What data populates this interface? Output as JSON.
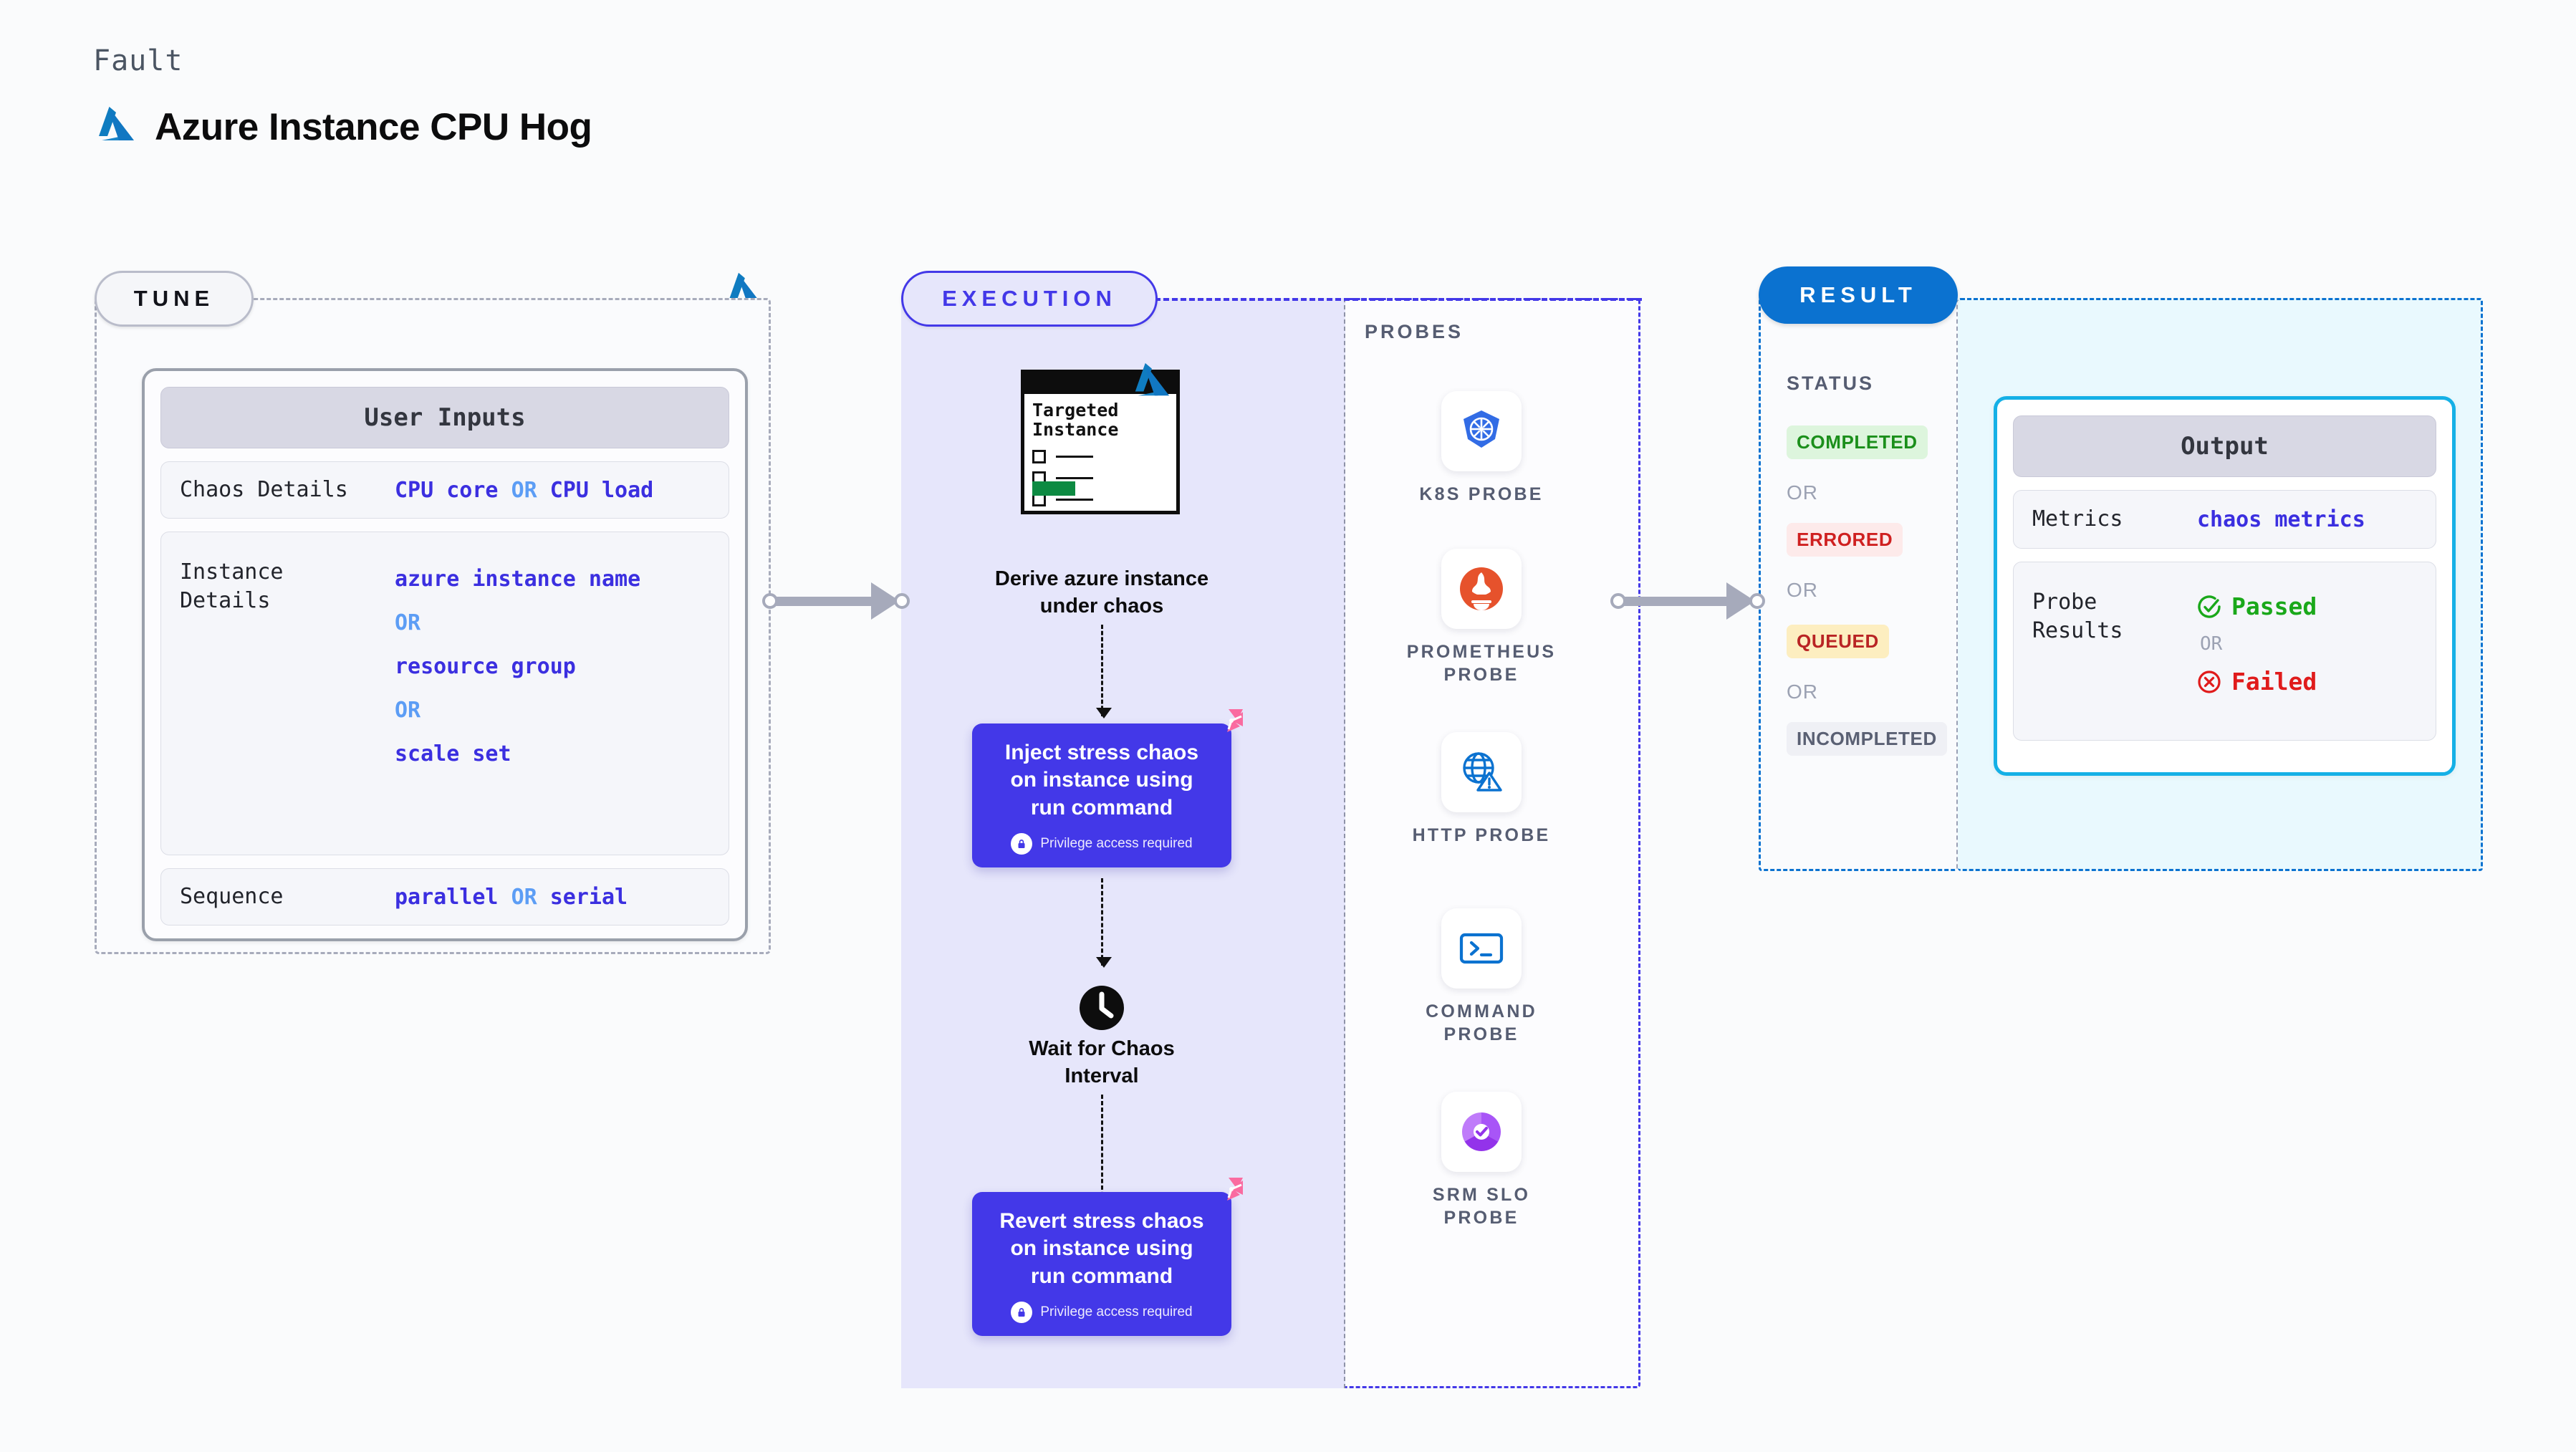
{
  "header": {
    "kicker": "Fault",
    "title": "Azure Instance CPU Hog",
    "logo_icon": "azure-logo-icon"
  },
  "tune": {
    "badge": "TUNE",
    "card_title": "User Inputs",
    "rows": [
      {
        "label": "Chaos Details",
        "values": [
          "CPU core",
          "CPU load"
        ],
        "separator": "OR"
      },
      {
        "label": "Instance\nDetails",
        "values": [
          "azure instance name",
          "resource group",
          "scale set"
        ],
        "separator": "OR"
      },
      {
        "label": "Sequence",
        "values": [
          "parallel",
          "serial"
        ],
        "separator": "OR"
      }
    ],
    "row_labels": {
      "chaos": "Chaos Details",
      "instance_line1": "Instance",
      "instance_line2": "Details",
      "sequence": "Sequence"
    },
    "chaos_values": {
      "first": "CPU core",
      "or": "OR",
      "second": "CPU load"
    },
    "instance_values": {
      "v1": "azure instance name",
      "or1": "OR",
      "v2": "resource group",
      "or2": "OR",
      "v3": "scale set"
    },
    "sequence_values": {
      "first": "parallel",
      "or": "OR",
      "second": "serial"
    }
  },
  "execution": {
    "badge": "EXECUTION",
    "doc": {
      "title_line1": "Targeted",
      "title_line2": "Instance",
      "icon": "targeted-instance-document-icon",
      "azure_icon": "azure-logo-icon"
    },
    "steps": [
      {
        "caption_line1": "Derive azure instance",
        "caption_line2": "under chaos"
      },
      {
        "text": "Inject stress chaos on instance using run command",
        "privilege": "Privilege access required"
      },
      {
        "caption_line1": "Wait for Chaos",
        "caption_line2": "Interval",
        "icon": "clock-icon"
      },
      {
        "text": "Revert stress chaos on instance using run command",
        "privilege": "Privilege access required"
      }
    ],
    "derive_caption": {
      "l1": "Derive azure instance",
      "l2": "under chaos"
    },
    "inject": {
      "l1": "Inject stress chaos",
      "l2": "on instance using",
      "l3": "run command",
      "privilege": "Privilege access required"
    },
    "wait": {
      "l1": "Wait for Chaos",
      "l2": "Interval"
    },
    "revert": {
      "l1": "Revert stress chaos",
      "l2": "on instance using",
      "l3": "run command",
      "privilege": "Privilege access required"
    }
  },
  "probes": {
    "title": "PROBES",
    "items": [
      {
        "icon": "kubernetes-icon",
        "label_line1": "K8S  PROBE",
        "label_line2": ""
      },
      {
        "icon": "prometheus-icon",
        "label_line1": "PROMETHEUS",
        "label_line2": "PROBE"
      },
      {
        "icon": "http-globe-warning-icon",
        "label_line1": "HTTP  PROBE",
        "label_line2": ""
      },
      {
        "icon": "command-terminal-icon",
        "label_line1": "COMMAND",
        "label_line2": "PROBE"
      },
      {
        "icon": "srm-slo-donut-check-icon",
        "label_line1": "SRM  SLO",
        "label_line2": "PROBE"
      }
    ]
  },
  "result": {
    "badge": "RESULT",
    "status_title": "STATUS",
    "statuses": [
      {
        "label": "COMPLETED",
        "bg": "#ddf5dd",
        "fg": "#1b8f1b"
      },
      {
        "label": "ERRORED",
        "bg": "#fdeaea",
        "fg": "#cf2020"
      },
      {
        "label": "QUEUED",
        "bg": "#fdeec0",
        "fg": "#b92424"
      },
      {
        "label": "INCOMPLETED",
        "bg": "#eff0f5",
        "fg": "#5a6073"
      }
    ],
    "or_separator": "OR",
    "output": {
      "title": "Output",
      "metrics_label": "Metrics",
      "metrics_value": "chaos metrics",
      "probe_label_line1": "Probe",
      "probe_label_line2": "Results",
      "passed": "Passed",
      "failed": "Failed",
      "or": "OR"
    }
  },
  "colors": {
    "accent_purple": "#4338e8",
    "accent_blue": "#0b72d0",
    "cyan_border": "#15b0e6",
    "azure_blue": "#0f7cc0",
    "chaos_pink": "#fa6ba0",
    "value_indigo": "#3b2fe0",
    "or_light_blue": "#5c9df5"
  }
}
